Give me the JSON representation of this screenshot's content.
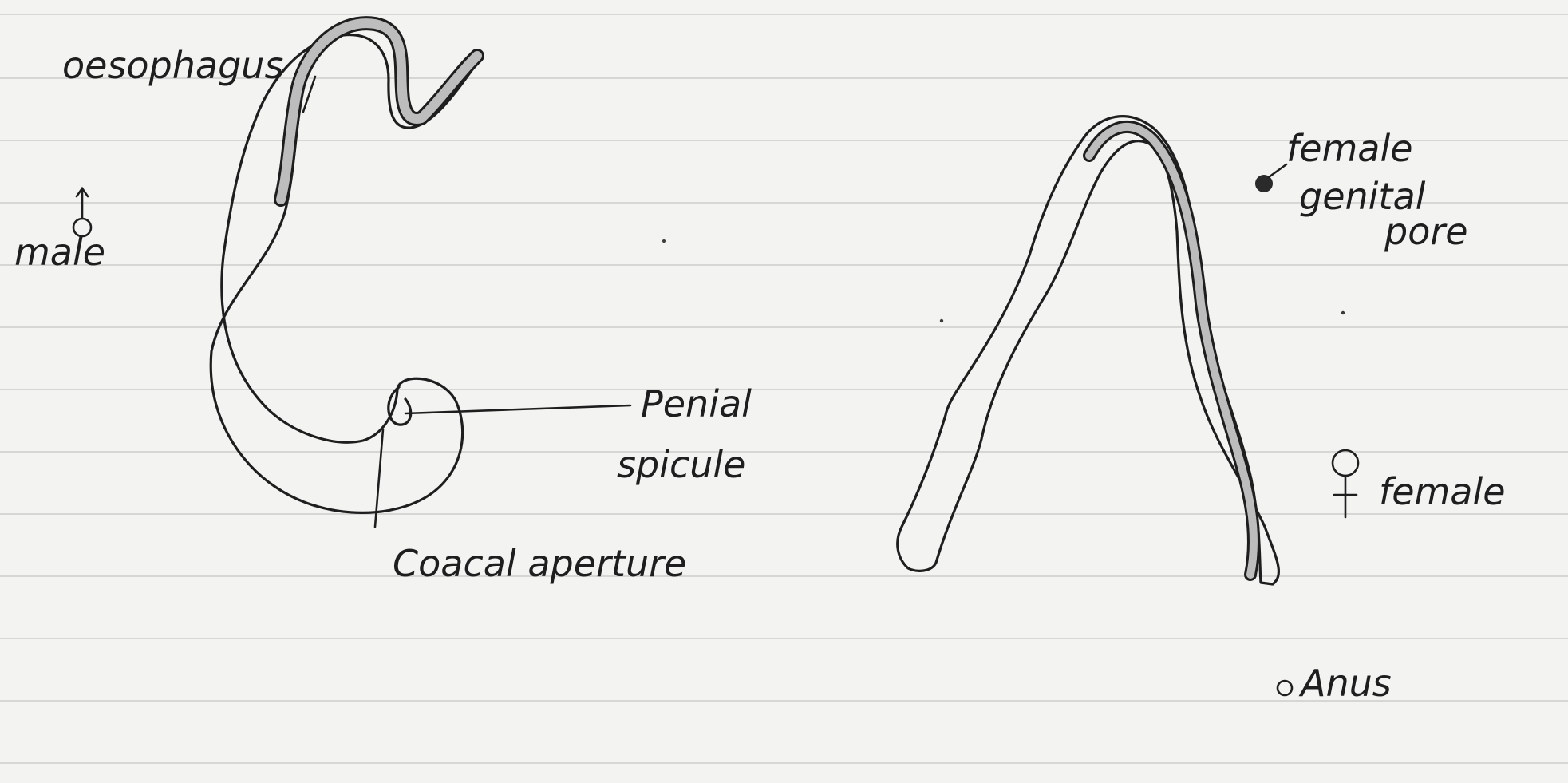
{
  "labels": {
    "oesophagus": "oesophagus",
    "male": "male",
    "penial_spicule_1": "Penial",
    "penial_spicule_2": "spicule",
    "cloacal_aperture": "Coacal aperture",
    "female_genital_pore_1": "female",
    "female_genital_pore_2": "genital",
    "female_genital_pore_3": "pore",
    "female": "female",
    "anus": "Anus"
  },
  "colors": {
    "paper": "#f3f3f1",
    "ink": "#1e1e1e",
    "gut_fill": "#bdbdbd"
  },
  "icons": {
    "male_symbol": "male-symbol-icon",
    "female_symbol": "female-symbol-icon"
  }
}
